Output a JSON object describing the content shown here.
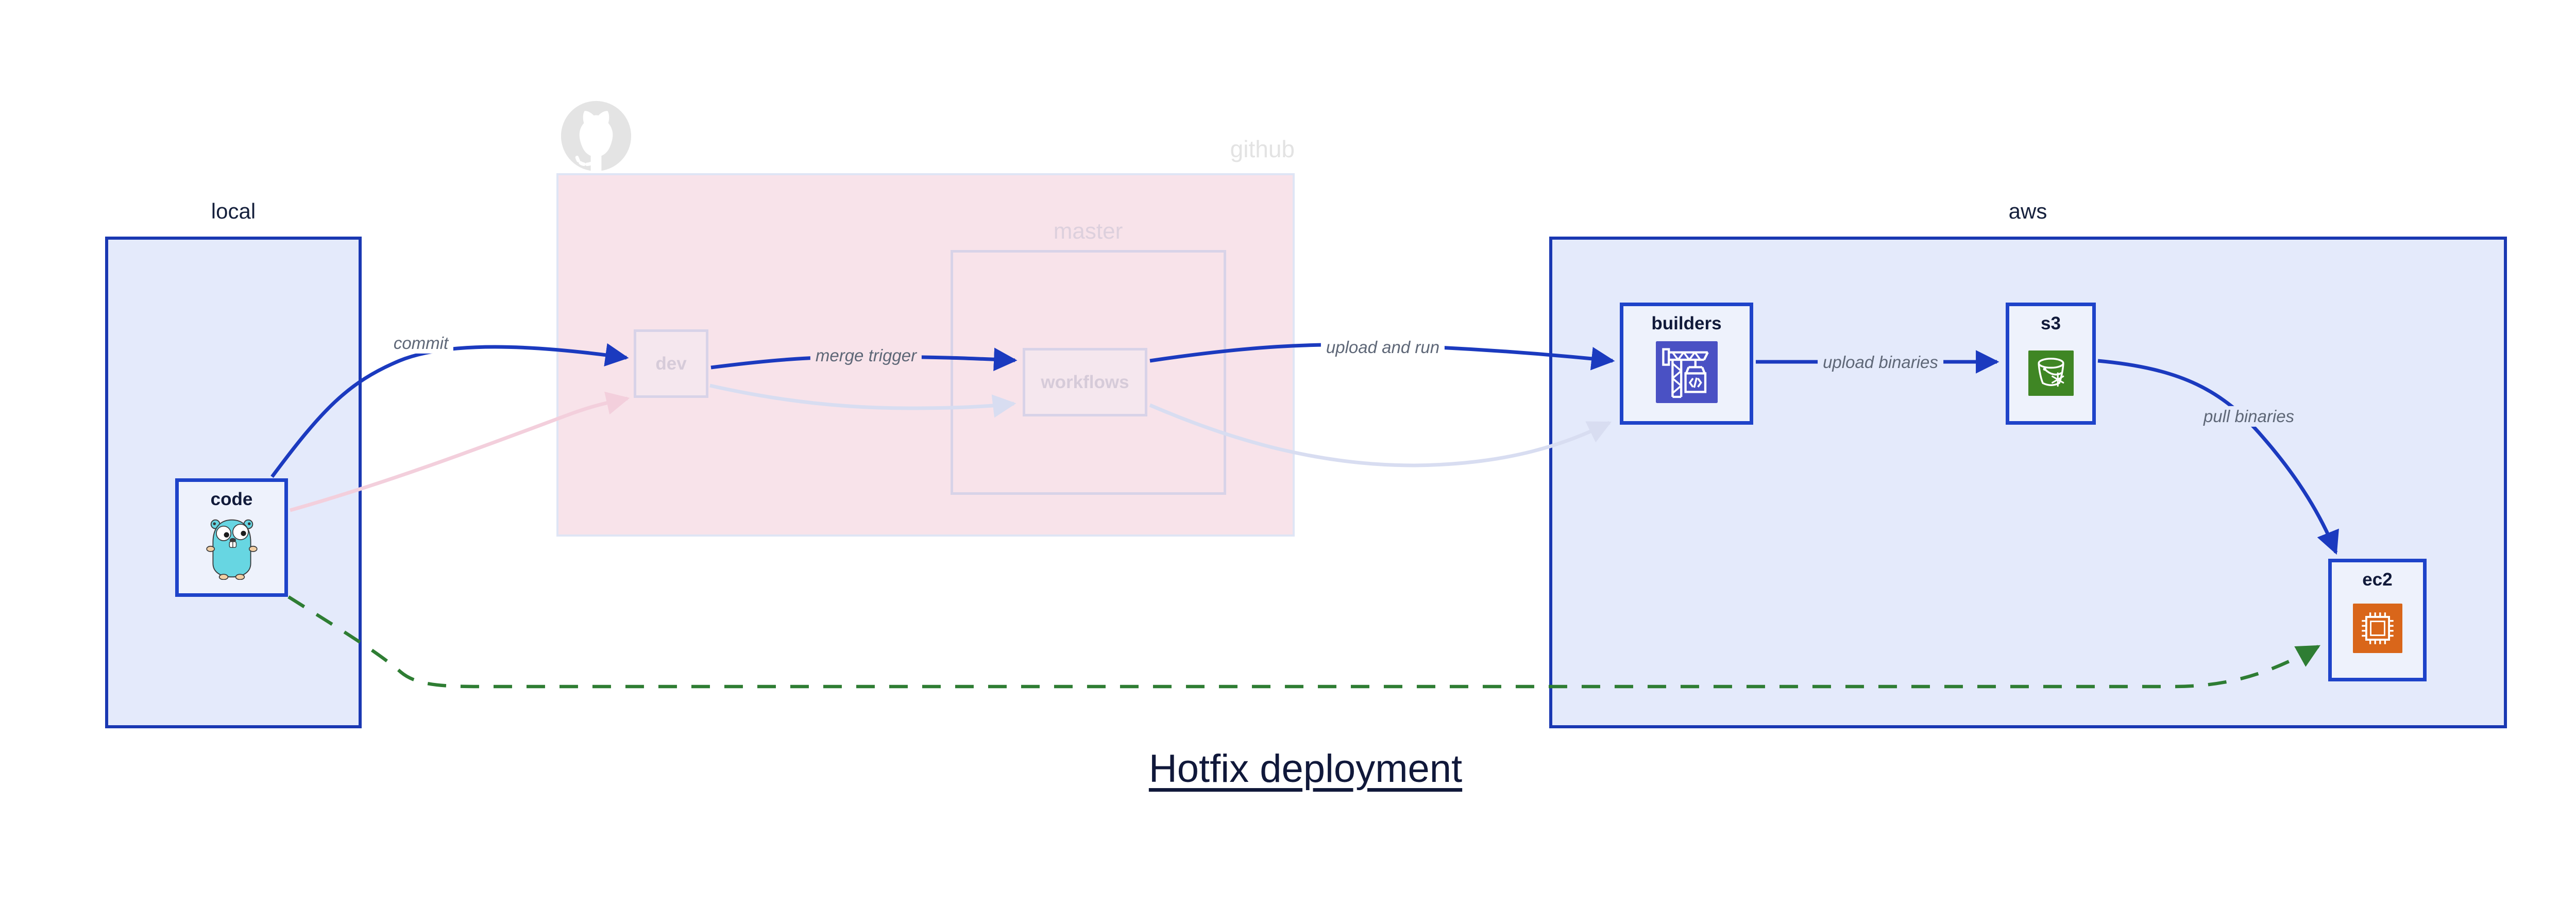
{
  "title": "Hotfix deployment",
  "groups": {
    "local": {
      "label": "local"
    },
    "github": {
      "label": "github"
    },
    "master": {
      "label": "master"
    },
    "aws": {
      "label": "aws"
    }
  },
  "nodes": {
    "code": {
      "label": "code",
      "icon": "go-gopher-icon"
    },
    "dev": {
      "label": "dev"
    },
    "workflows": {
      "label": "workflows"
    },
    "builders": {
      "label": "builders",
      "icon": "codebuild-crane-icon"
    },
    "s3": {
      "label": "s3",
      "icon": "s3-bucket-snowflake-icon"
    },
    "ec2": {
      "label": "ec2",
      "icon": "ec2-chip-icon"
    }
  },
  "edges": {
    "commit": {
      "label": "commit"
    },
    "merge_trigger": {
      "label": "merge trigger"
    },
    "upload_and_run": {
      "label": "upload and run"
    },
    "upload_binaries": {
      "label": "upload binaries"
    },
    "pull_binaries": {
      "label": "pull binaries"
    }
  },
  "colors": {
    "arrow_blue": "#1b3abf",
    "arrow_green": "#2e7d33",
    "faded_pink_arrow": "#f3cfdc",
    "faded_lavender_arrow": "#d8ddf1",
    "cluster_border_blue": "#1a38b2",
    "node_border_blue": "#1e43c9",
    "local_aws_fill": "#e4eafb",
    "github_fill": "#f8e3ea",
    "node_fill": "#eef2fc",
    "builders_icon_bg": "#4a51c4",
    "s3_icon_bg": "#3f8624",
    "ec2_icon_bg": "#d9661a",
    "faded_text": "#d6cbd9",
    "github_text": "#e3e3e3",
    "master_text": "#ddd0dd"
  }
}
